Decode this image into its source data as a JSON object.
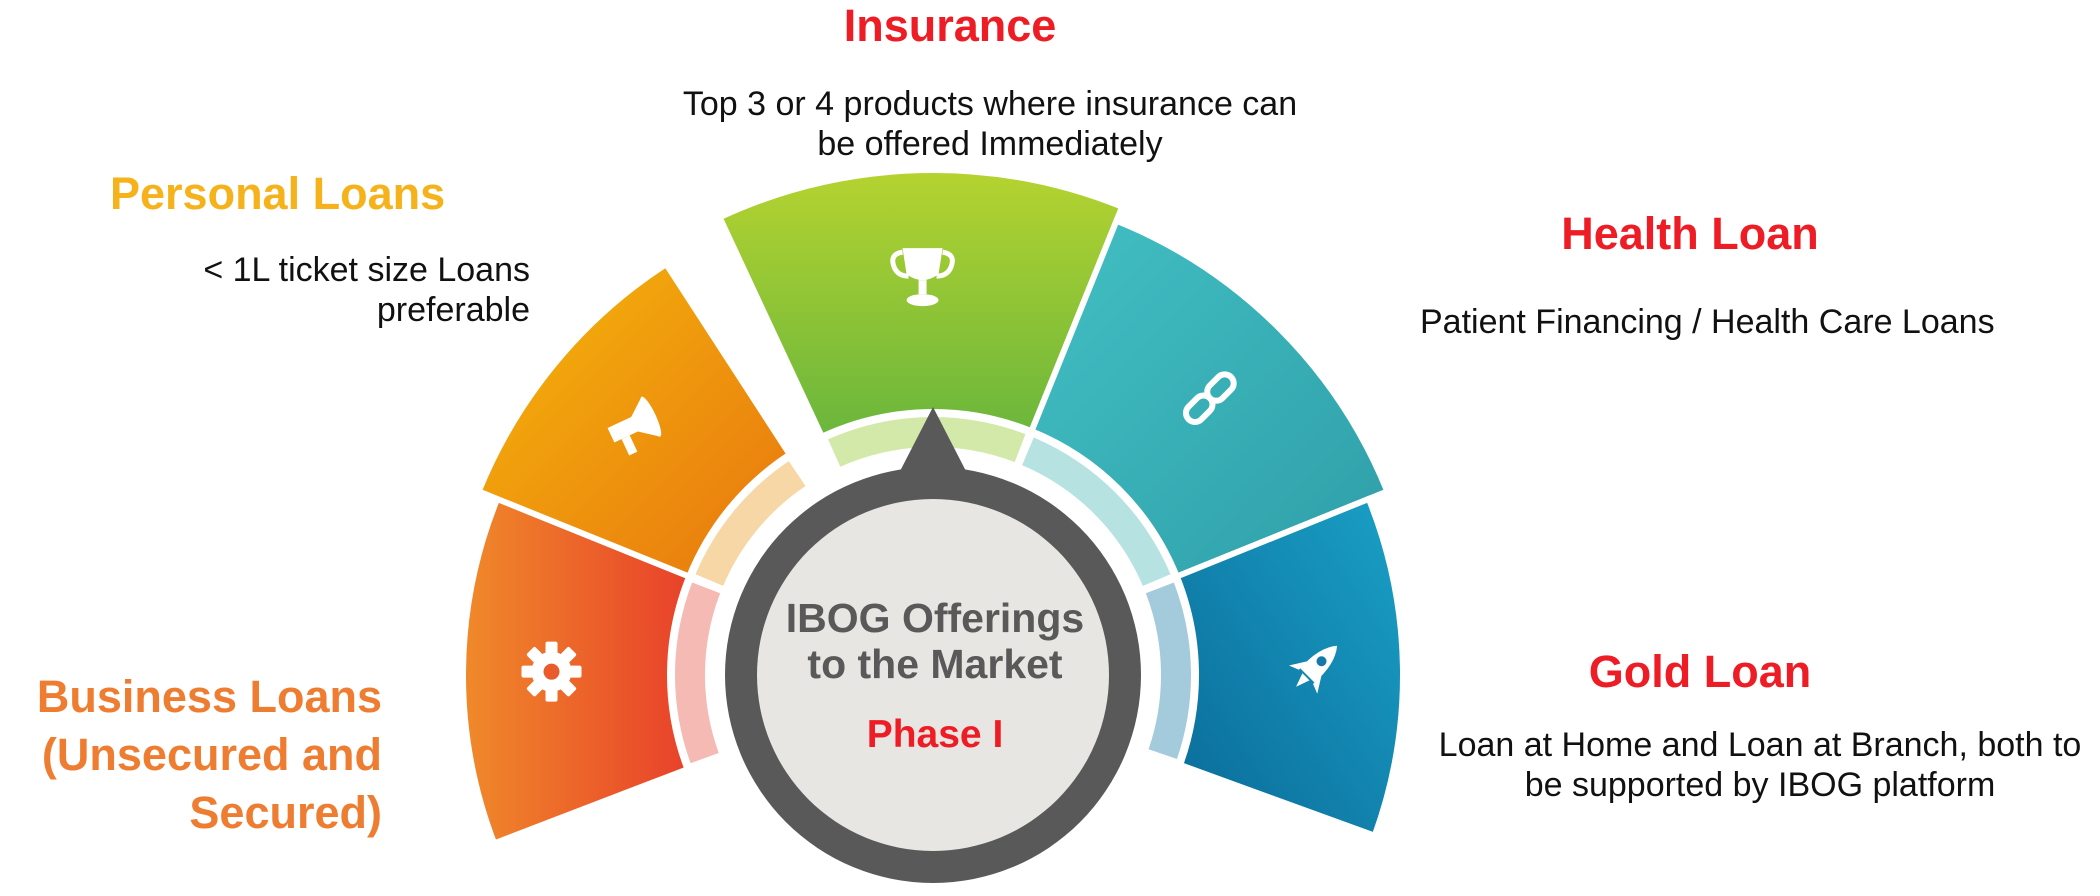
{
  "center": {
    "title_line1": "IBOG Offerings",
    "title_line2": "to the Market",
    "phase": "Phase I"
  },
  "segments": [
    {
      "key": "business",
      "title_lines": [
        "Business Loans",
        "(Unsecured and",
        "Secured)"
      ],
      "desc": "",
      "icon": "gear-icon",
      "color": "#e8642a"
    },
    {
      "key": "personal",
      "title_lines": [
        "Personal Loans"
      ],
      "desc": "< 1L ticket size Loans preferable",
      "icon": "megaphone-icon",
      "color": "#f0a20f"
    },
    {
      "key": "insurance",
      "title_lines": [
        "Insurance"
      ],
      "desc": "Top 3 or 4  products where insurance can be offered Immediately",
      "icon": "trophy-icon",
      "color": "#8cc43a"
    },
    {
      "key": "health",
      "title_lines": [
        "Health Loan"
      ],
      "desc": "Patient Financing / Health Care Loans",
      "icon": "link-icon",
      "color": "#3bb3b5"
    },
    {
      "key": "gold",
      "title_lines": [
        "Gold Loan"
      ],
      "desc": "Loan at Home and Loan at Branch, both to be supported by IBOG platform",
      "icon": "rocket-icon",
      "color": "#1b86ad"
    }
  ],
  "colors": {
    "title_red": "#ee1c24",
    "title_orange": "#ee7d31",
    "title_yellow": "#f5b21a",
    "center_ring": "#595959",
    "center_fill": "#e8e6e3",
    "center_text": "#595959"
  }
}
